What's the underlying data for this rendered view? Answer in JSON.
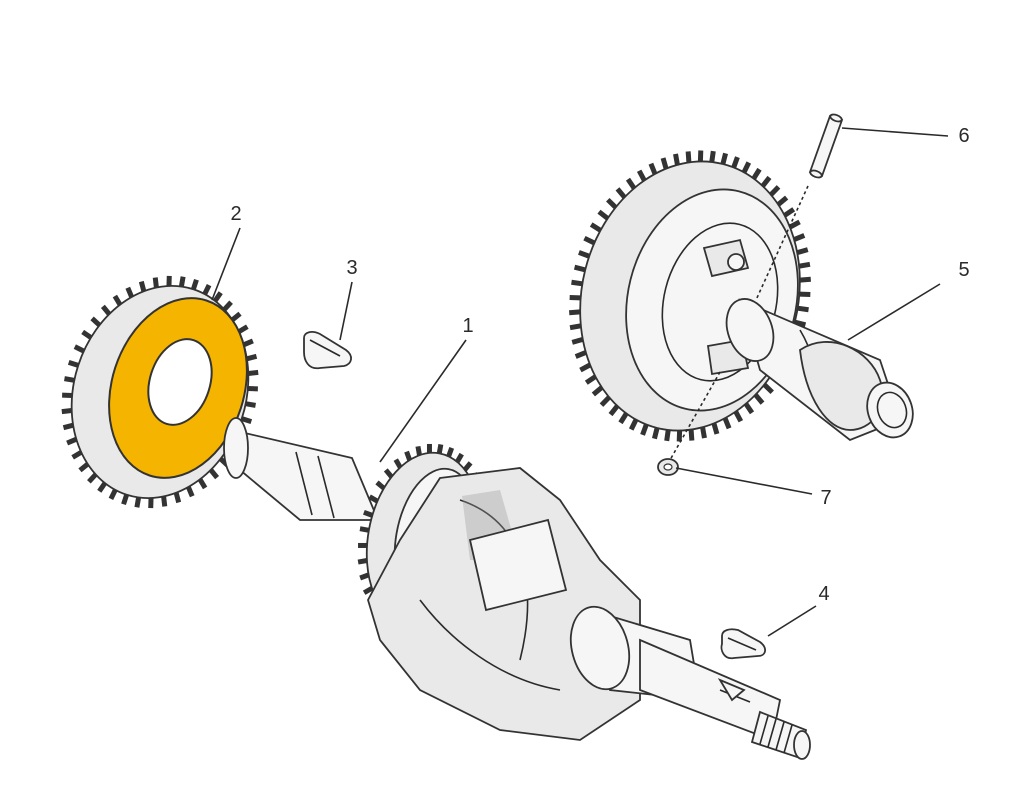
{
  "highlight_color": "#F5B400",
  "callouts": [
    {
      "id": "1",
      "label": "1"
    },
    {
      "id": "2",
      "label": "2"
    },
    {
      "id": "3",
      "label": "3"
    },
    {
      "id": "4",
      "label": "4"
    },
    {
      "id": "5",
      "label": "5"
    },
    {
      "id": "6",
      "label": "6"
    },
    {
      "id": "7",
      "label": "7"
    }
  ]
}
